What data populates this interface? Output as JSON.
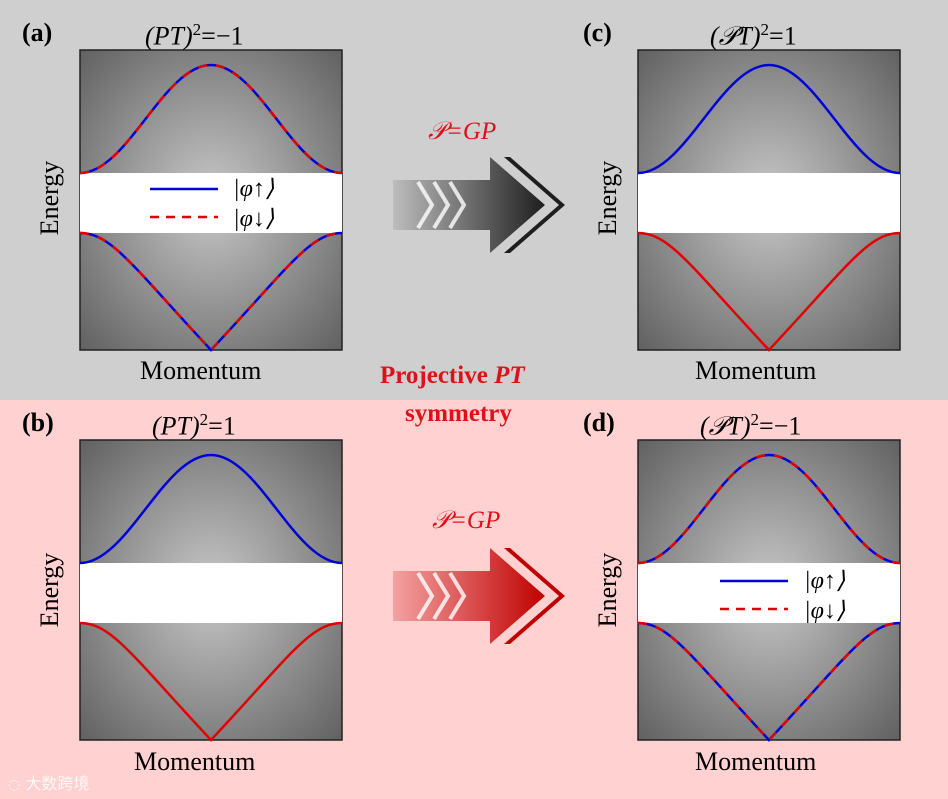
{
  "background": {
    "top_color": "#cfcfcf",
    "bottom_color": "#ffd1d0"
  },
  "center_label": {
    "line1": "Projective",
    "line1_italic": "PT",
    "line2": "symmetry",
    "color": "#e0101a"
  },
  "arrows": [
    {
      "label": "P=GP",
      "label_display": "𝒫=GP",
      "tone": "dark"
    },
    {
      "label": "P=GP",
      "label_display": "𝒫=GP",
      "tone": "red"
    }
  ],
  "panels": [
    {
      "id": "a",
      "label": "(a)",
      "title": "(PT)²=−1",
      "title_main": "(PT)",
      "title_exp": "2",
      "title_rest": "=−1",
      "xlabel": "Momentum",
      "ylabel": "Energy",
      "bands": "degenerate",
      "legend": [
        {
          "text": "|φ↑⟩",
          "color": "#0000d8",
          "style": "solid"
        },
        {
          "text": "|φ↓⟩",
          "color": "#e00000",
          "style": "dashed"
        }
      ]
    },
    {
      "id": "b",
      "label": "(b)",
      "title": "(PT)²=1",
      "title_main": "(PT)",
      "title_exp": "2",
      "title_rest": "=1",
      "xlabel": "Momentum",
      "ylabel": "Energy",
      "bands": "split",
      "legend": []
    },
    {
      "id": "c",
      "label": "(c)",
      "title": "(𝒫T)²=1",
      "title_main": "(𝒫T)",
      "title_exp": "2",
      "title_rest": "=1",
      "xlabel": "Momentum",
      "ylabel": "Energy",
      "bands": "split",
      "legend": []
    },
    {
      "id": "d",
      "label": "(d)",
      "title": "(𝒫T)²=−1",
      "title_main": "(𝒫T)",
      "title_exp": "2",
      "title_rest": "=−1",
      "xlabel": "Momentum",
      "ylabel": "Energy",
      "bands": "degenerate",
      "legend": [
        {
          "text": "|φ↑⟩",
          "color": "#0000d8",
          "style": "solid"
        },
        {
          "text": "|φ↓⟩",
          "color": "#e00000",
          "style": "dashed"
        }
      ]
    }
  ],
  "watermark": "大数跨境",
  "colors": {
    "blue": "#0000d8",
    "red": "#e00000"
  }
}
